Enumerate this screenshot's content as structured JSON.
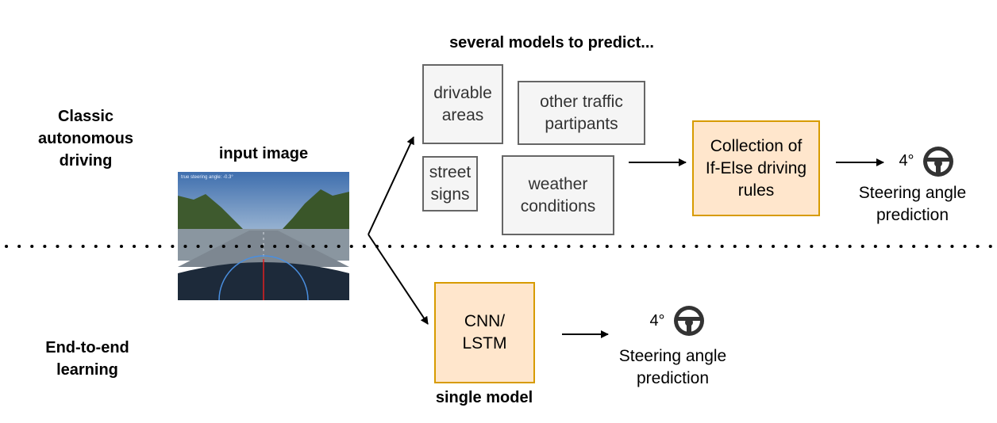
{
  "left_labels": {
    "classic": [
      "Classic",
      "autonomous",
      "driving"
    ],
    "end_to_end": [
      "End-to-end",
      "learning"
    ]
  },
  "input": {
    "title": "input image",
    "caption": "true steering angle: -0.3°"
  },
  "classic": {
    "heading": "several models to predict...",
    "models": {
      "drivable": [
        "drivable",
        "areas"
      ],
      "traffic": [
        "other traffic",
        "partipants"
      ],
      "signs": [
        "street",
        "signs"
      ],
      "weather": [
        "weather",
        "conditions"
      ]
    },
    "rules": [
      "Collection of",
      "If-Else driving",
      "rules"
    ],
    "output_angle": "4°",
    "output_label": [
      "Steering angle",
      "prediction"
    ]
  },
  "e2e": {
    "model": [
      "CNN/",
      "LSTM"
    ],
    "model_caption": "single model",
    "output_angle": "4°",
    "output_label": [
      "Steering angle",
      "prediction"
    ]
  },
  "icons": {
    "steering": "steering-wheel-icon"
  },
  "colors": {
    "gray_fill": "#f5f5f5",
    "gray_stroke": "#666666",
    "orange_fill": "#ffe6cc",
    "orange_stroke": "#d79b00"
  }
}
